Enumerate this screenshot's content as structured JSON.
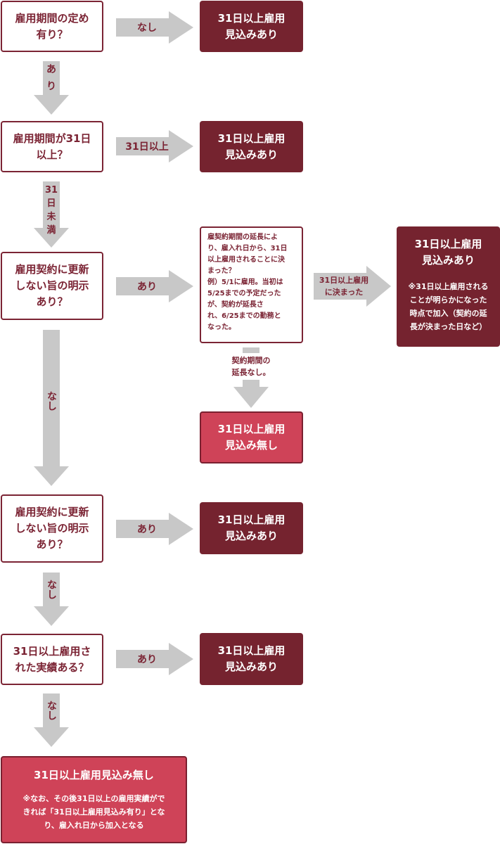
{
  "colors": {
    "dark": "#75232f",
    "pink": "#cf4358",
    "arrow": "#c8c8c8",
    "text": "#7b2434"
  },
  "questions": {
    "q1": "雇用期間の定め\n有り？",
    "q2": "雇用期間が31日\n以上？",
    "q3": "雇用契約に更新\nしない旨の明示\nあり？",
    "q4": "雇用契約に更新\nしない旨の明示\nあり？",
    "q5": "31日以上雇用さ\nれた実績ある？",
    "detail": "雇契約期間の延長によ\nり、雇入れ日から、31日\n以上雇用されることに決\nまった？\n例）5/1に雇用。当初は\n5/25までの予定だった\nが、契約が延長さ\nれ、6/25までの勤務と\nなった。"
  },
  "results": {
    "r1": "31日以上雇用\n見込みあり",
    "r2": "31日以上雇用\n見込みあり",
    "r3": {
      "title": "31日以上雇用\n見込みあり",
      "note": "※31日以上雇用される\nことが明らかになった\n時点で加入（契約の延\n長が決まった日など）"
    },
    "r4": "31日以上雇用\n見込み無し",
    "r5": "31日以上雇用\n見込みあり",
    "r6": "31日以上雇用\n見込みあり",
    "final": {
      "title": "31日以上雇用見込み無し",
      "note": "※なお、その後31日以上の雇用実績がで\nきれば「31日以上雇用見込み有り」とな\nり、雇入れ日から加入となる"
    }
  },
  "labels": {
    "a1": "なし",
    "d1": "あり",
    "a2": "31日以上",
    "d2": "31\n日\n未\n満",
    "a3": "あり",
    "a3b": "31日以上雇用\nに決まった",
    "d3b": "契約期間の\n延長なし。",
    "d3": "なし",
    "a4": "あり",
    "d4": "なし",
    "a5": "あり",
    "d5": "なし"
  }
}
